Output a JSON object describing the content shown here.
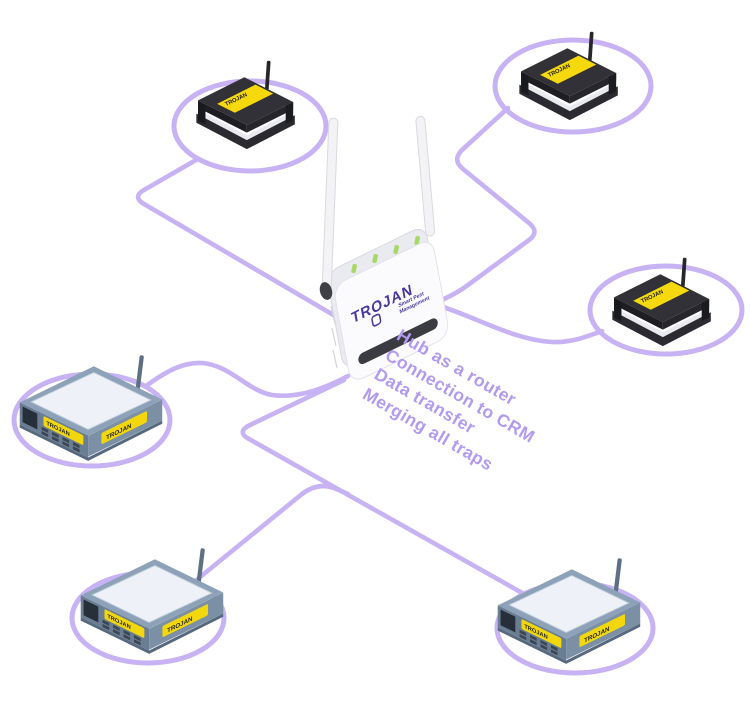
{
  "annotation": {
    "lines": [
      "Hub as a router",
      "Connection to CRM",
      "Data transfer",
      "Merging all traps"
    ]
  },
  "router": {
    "brand": "TROJAN",
    "tagline_line1": "Smart Pest",
    "tagline_line2": "Management"
  },
  "devices": [
    {
      "id": "bait-station-top-left",
      "type": "bait-station",
      "label": "TROJAN"
    },
    {
      "id": "bait-station-top-right",
      "type": "bait-station",
      "label": "TROJAN"
    },
    {
      "id": "bait-station-right",
      "type": "bait-station",
      "label": "TROJAN"
    },
    {
      "id": "smart-trap-left",
      "type": "smart-trap",
      "label": "TROJAN"
    },
    {
      "id": "smart-trap-bottom-left",
      "type": "smart-trap",
      "label": "TROJAN"
    },
    {
      "id": "smart-trap-bottom-right",
      "type": "smart-trap",
      "label": "TROJAN"
    }
  ],
  "colors": {
    "connection_line": "#c7b2f3",
    "annotation_text": "#b19af0",
    "logo_purple": "#4a37a2",
    "label_yellow": "#f2d70c",
    "led_green": "#a8d968"
  }
}
